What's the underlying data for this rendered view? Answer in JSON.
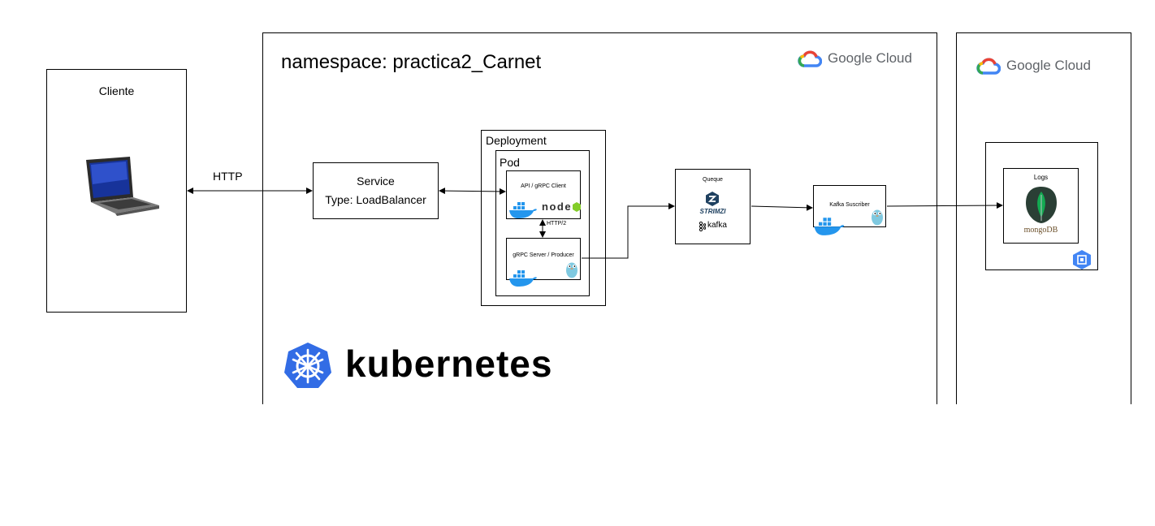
{
  "client": {
    "title": "Cliente"
  },
  "namespace": {
    "title": "namespace: practica2_Carnet"
  },
  "gcloud": {
    "label_main": "Google Cloud",
    "label_right": "Google Cloud"
  },
  "edges": {
    "client_service": "HTTP",
    "pod_internal": "HTTP/2"
  },
  "service": {
    "title": "Service",
    "type": "Type: LoadBalancer"
  },
  "deployment": {
    "title": "Deployment",
    "pod_title": "Pod"
  },
  "api_client": {
    "title": "API / gRPC Client",
    "logo": "node"
  },
  "grpc_server": {
    "title": "gRPC Server / Producer"
  },
  "queue": {
    "title": "Queque",
    "strimzi": "STRIMZI",
    "kafka": "kafka"
  },
  "subscriber": {
    "title": "Kafka Suscriber"
  },
  "logs": {
    "title": "Logs",
    "mongo": "mongoDB"
  },
  "kubernetes": {
    "label": "kubernetes"
  },
  "colors": {
    "k8s_blue": "#326ce5",
    "node_green": "#83cd29",
    "docker_blue": "#2496ed",
    "mongo_green": "#13aa52",
    "gcp_blue": "#4285f4"
  },
  "icons": [
    "laptop-icon",
    "google-cloud-icon",
    "node-logo-icon",
    "docker-whale-icon",
    "go-gopher-icon",
    "strimzi-icon",
    "kafka-icon",
    "mongodb-leaf-icon",
    "compute-engine-icon",
    "kubernetes-helm-icon"
  ]
}
